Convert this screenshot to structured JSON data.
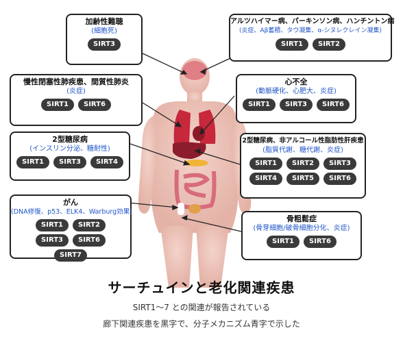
{
  "boxes": {
    "aging": {
      "title": "加齢性難聴",
      "sub": "(細胞死)",
      "sirts": [
        "SIRT3"
      ]
    },
    "neuro": {
      "title": "アルツハイマー病、パーキンソン病、ハンチントン病",
      "sub": "(炎症、Aβ蓄積、タウ凝集、α-シヌレクレイン凝集)",
      "sirts": [
        "SIRT1",
        "SIRT2"
      ]
    },
    "copd": {
      "title": "慢性閉塞性肺疾患、間質性肺炎",
      "sub": "(炎症)",
      "sirts": [
        "SIRT1",
        "SIRT6"
      ]
    },
    "heart": {
      "title": "心不全",
      "sub": "(動脈硬化、心肥大、炎症)",
      "sirts": [
        "SIRT1",
        "SIRT3",
        "SIRT6"
      ]
    },
    "diabetes": {
      "title": "2型糖尿病",
      "sub": "(インスリン分泌、糖耐性)",
      "sirts": [
        "SIRT1",
        "SIRT3",
        "SIRT4"
      ]
    },
    "nafld": {
      "title": "2型糖尿病、非アルコール性脂肪性肝疾患",
      "sub": "(脂質代謝、糖代謝、炎症)",
      "sirts": [
        "SIRT1",
        "SIRT2",
        "SIRT3",
        "SIRT4",
        "SIRT5",
        "SIRT6"
      ]
    },
    "cancer": {
      "title": "がん",
      "sub": "(DNA修復、p53、ELK4、Warburg効果)",
      "sirts": [
        "SIRT1",
        "SIRT2",
        "SIRT3",
        "SIRT6",
        "SIRT7"
      ]
    },
    "osteo": {
      "title": "骨粗鬆症",
      "sub": "(骨芽細胞/破骨細胞分化、炎症)",
      "sirts": [
        "SIRT1",
        "SIRT6"
      ]
    }
  },
  "heading": "サーチュインと老化関連疾患",
  "caption_line1": "SIRT1～7 との関連が報告されている",
  "caption_line2": "廊下関連疾患を黒字で、分子メカニズム青字で示した",
  "colors": {
    "mechanism_text": "#1f55c8",
    "chip": "#3a3a3a",
    "body": "#e9c1b6",
    "organ": "#c7283b"
  }
}
